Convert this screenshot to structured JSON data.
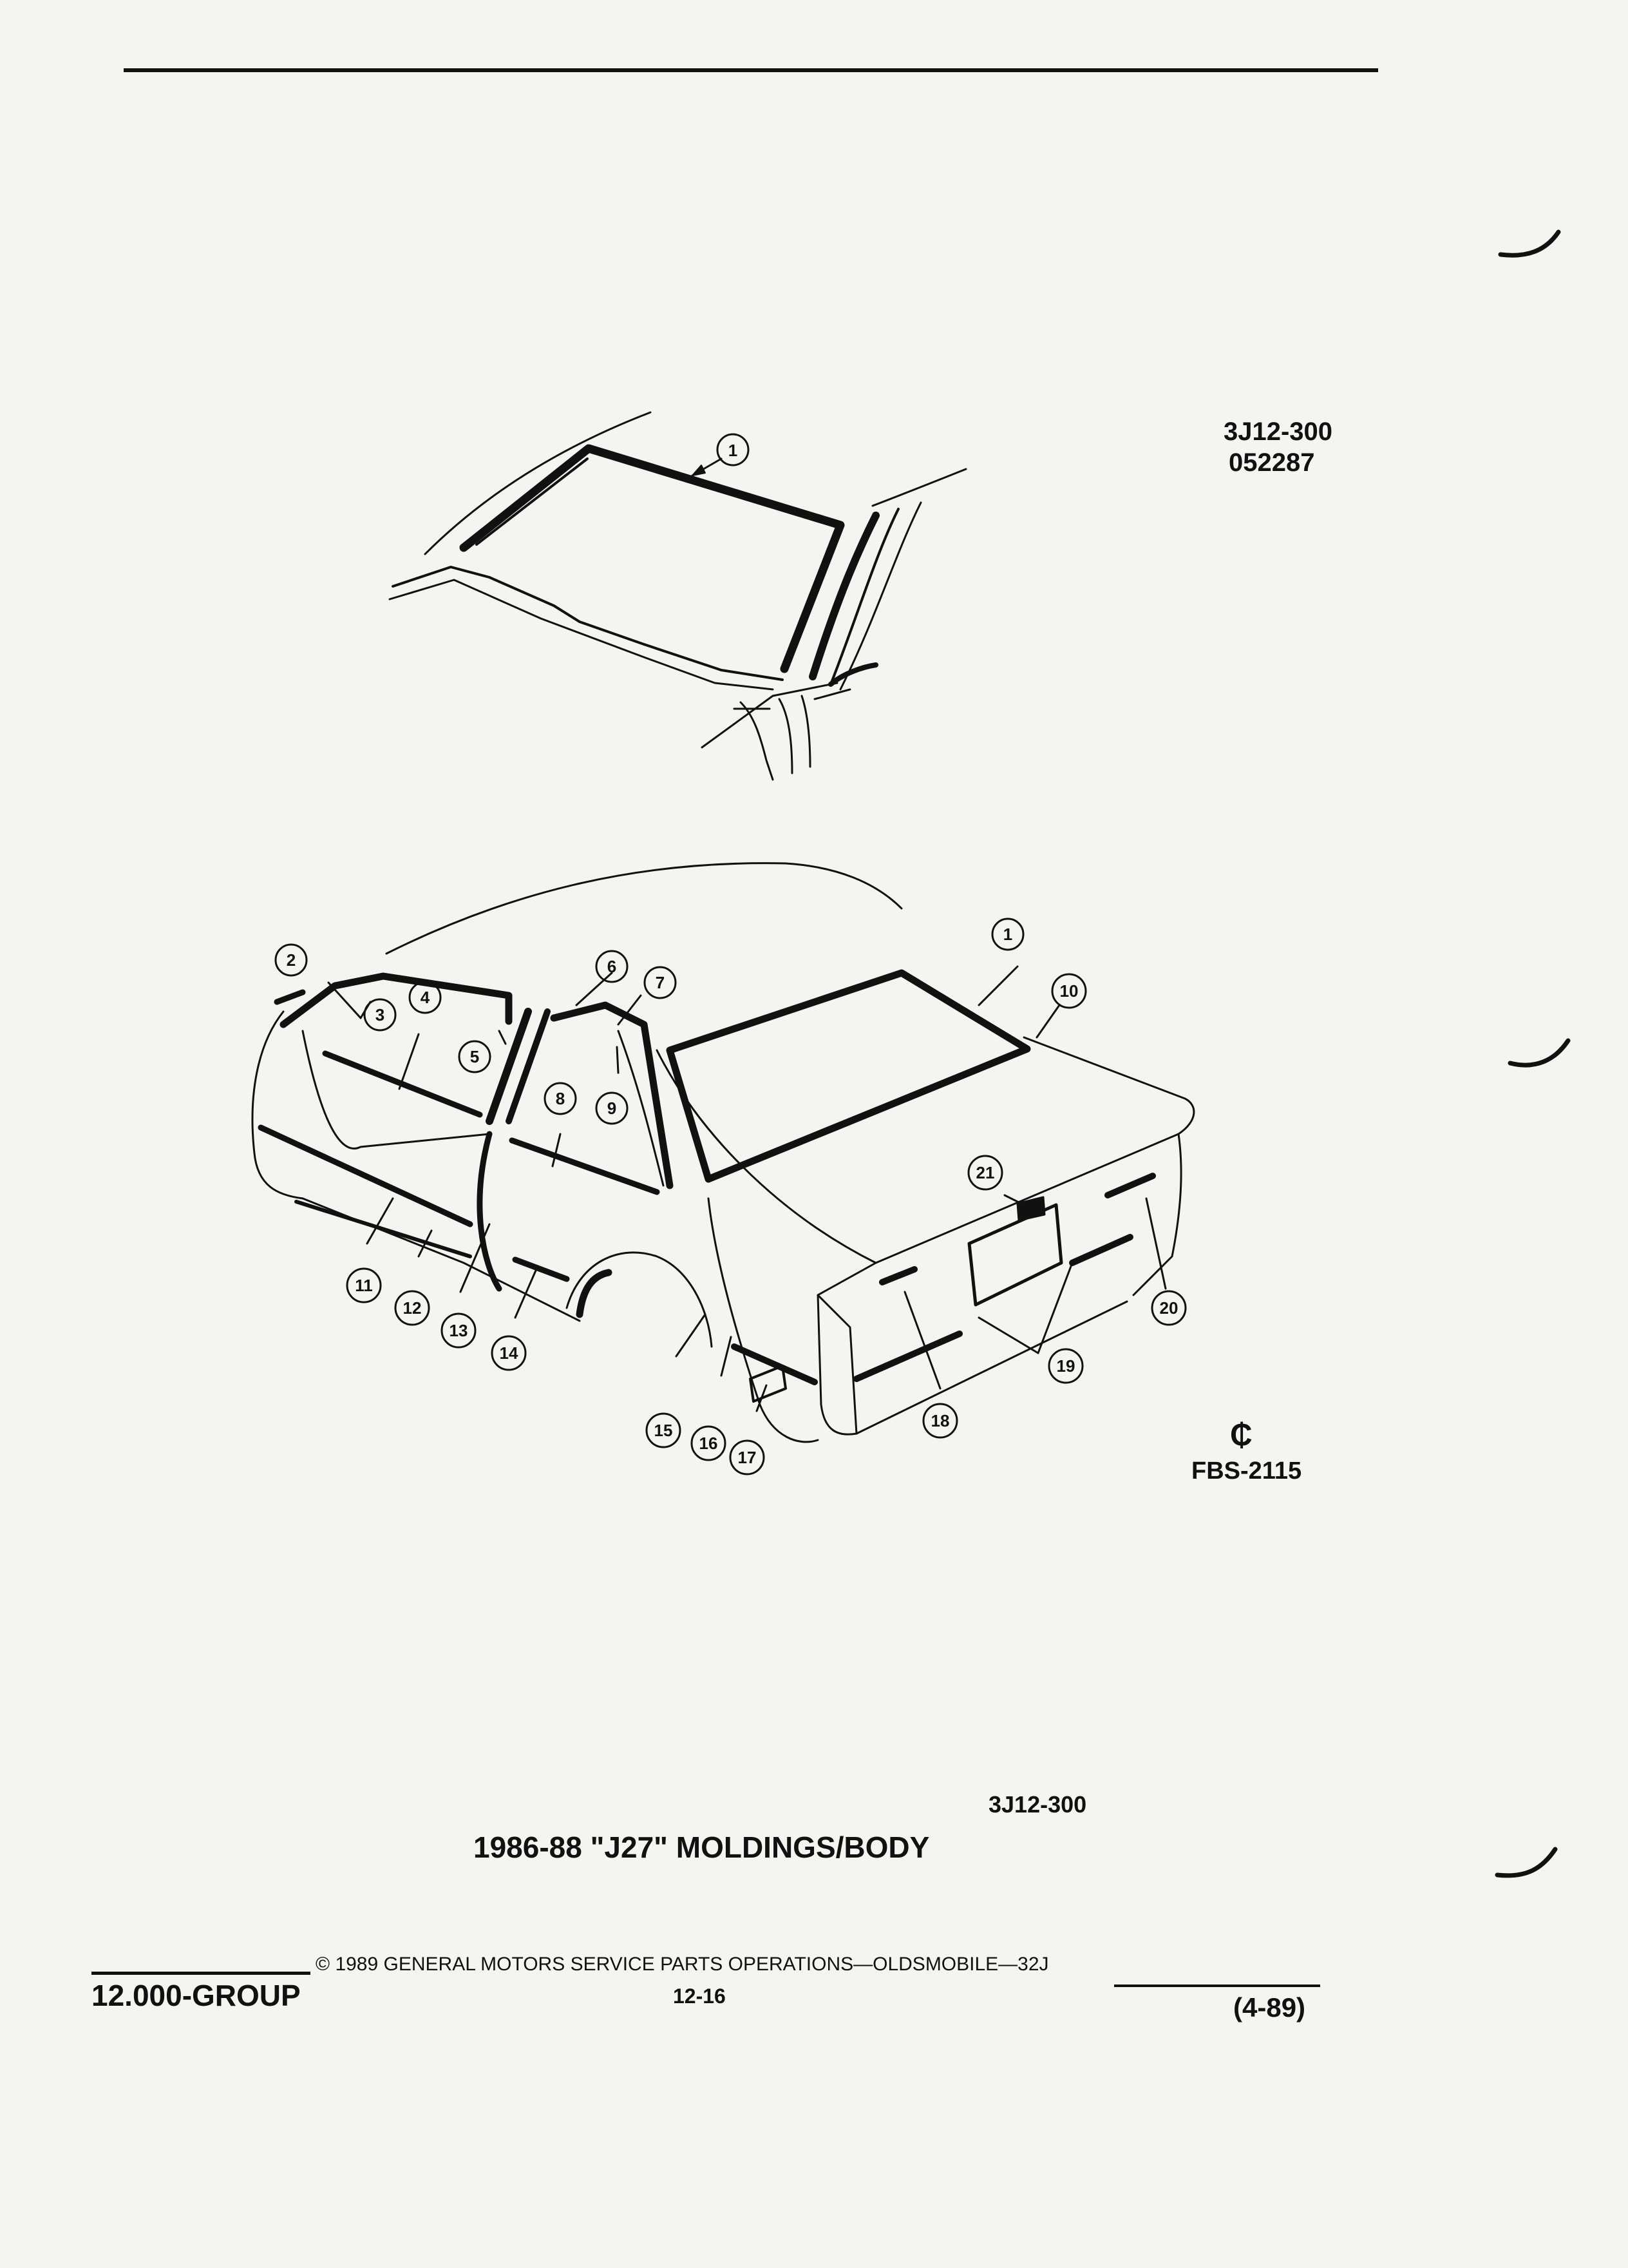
{
  "figure": {
    "code": "3J12-300",
    "ref_number": "052287",
    "fbs_mark": "FBS-2115",
    "caption_code": "3J12-300",
    "title": "1986-88 \"J27\" MOLDINGS/BODY"
  },
  "callouts": {
    "windshield": [
      "1"
    ],
    "car": [
      "1",
      "2",
      "3",
      "4",
      "5",
      "6",
      "7",
      "8",
      "9",
      "10",
      "11",
      "12",
      "13",
      "14",
      "15",
      "16",
      "17",
      "18",
      "19",
      "20",
      "21"
    ]
  },
  "footer": {
    "group": "12.000-GROUP",
    "copyright": "© 1989  GENERAL MOTORS SERVICE PARTS OPERATIONS—OLDSMOBILE—32J",
    "page": "12-16",
    "date": "(4-89)"
  }
}
